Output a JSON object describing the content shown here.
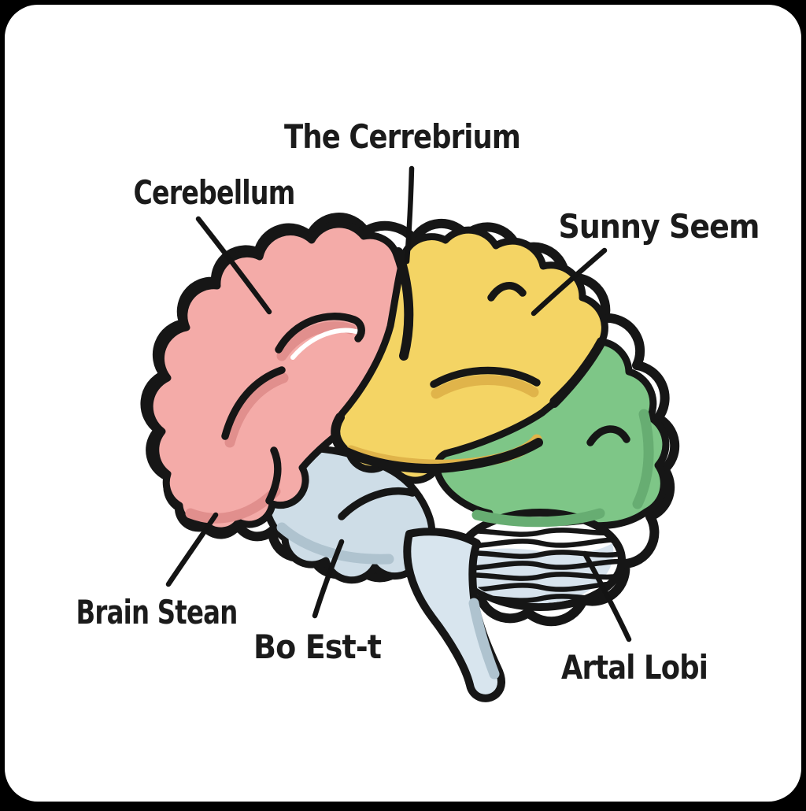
{
  "canvas": {
    "background": "#000000",
    "card_background": "#ffffff"
  },
  "labels": {
    "cerebrum": "The Cerrebrium",
    "cerebellum": "Cerebellum",
    "sunny_seem": "Sunny Seem",
    "brain_stean": "Brain Stean",
    "bo_est_t": "Bo Est-t",
    "artal_lobi": "Artal Lobi"
  },
  "colors": {
    "outline": "#161616",
    "label_text": "#1b1b1b",
    "pink": "#F4ABA8",
    "pink_shade": "#E18F8D",
    "yellow": "#F4D464",
    "yellow_shade": "#E0B44A",
    "green": "#7EC687",
    "green_shade": "#67AD72",
    "blue": "#CEDDE7",
    "blue_shade": "#AFC3CF",
    "stem_blue": "#D8E5EE",
    "cerebellum_wash": "#D7E3ED"
  }
}
